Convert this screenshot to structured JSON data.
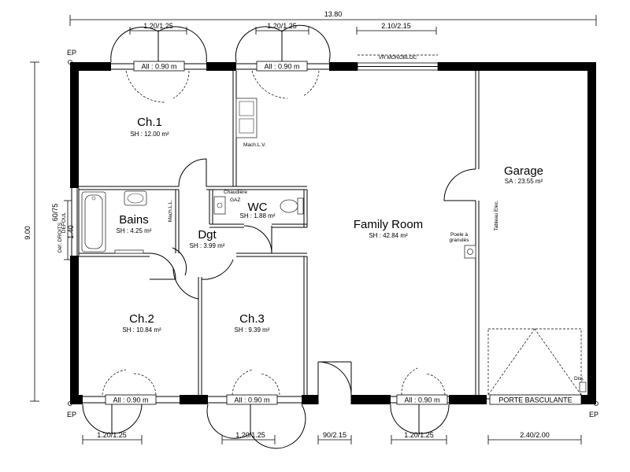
{
  "dimensions": {
    "total_width": "13.80",
    "total_height": "9.00",
    "top_window_1": "1.20/1.25",
    "top_window_2": "1.20/1.25",
    "top_bay": "2.10/2.15",
    "bottom_window_1": "1.20/1.25",
    "bottom_window_2": "1.20/1.25",
    "bottom_door": "90/2.15",
    "bottom_window_3": "1.20/1.25",
    "garage_door": "2.40/2.00",
    "left_window_1": "60/75",
    "left_window_2": "1.40"
  },
  "labels": {
    "ep": "EP",
    "allege_top_1": "All : 0.90 m",
    "allege_top_2": "All : 0.90 m",
    "allege_bottom_1": "All : 0.90 m",
    "allege_bottom_2": "All : 0.90 m",
    "allege_bottom_3": "All : 0.90 m",
    "vr_monobloc": "VR MONOBLOC",
    "mach_lv": "Mach.L.V.",
    "mach_ll": "Mach.L.L.",
    "chaudiere": "Chaudière",
    "gaz": "GAZ",
    "poele_line1": "Poele à",
    "poele_line2": "granulés",
    "tableau_elec": "Tableau Elec.",
    "porte_basculante": "PORTE BASCULANTE",
    "disj": "Disj.",
    "def_droits": "Déf. DROITS",
    "defoul": "DEFOUL"
  },
  "rooms": {
    "ch1": {
      "name": "Ch.1",
      "area": "SH : 12.00 m²"
    },
    "bains": {
      "name": "Bains",
      "area": "SH : 4.25 m²"
    },
    "dgt": {
      "name": "Dgt",
      "area": "SH : 3.99 m²"
    },
    "wc": {
      "name": "WC",
      "area": "SH : 1.88 m²"
    },
    "family": {
      "name": "Family Room",
      "area": "SH : 42.84 m²"
    },
    "garage": {
      "name": "Garage",
      "area": "SA : 23.55 m²"
    },
    "ch2": {
      "name": "Ch.2",
      "area": "SH : 10.84 m²"
    },
    "ch3": {
      "name": "Ch.3",
      "area": "SH : 9.39 m²"
    }
  }
}
